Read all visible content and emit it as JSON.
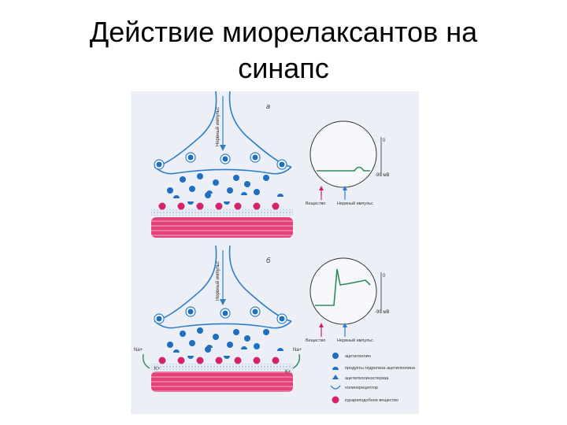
{
  "slide": {
    "title_line1": "Действие миорелаксантов на",
    "title_line2": "синапс"
  },
  "figure": {
    "panel_a": {
      "letter": "а",
      "nerve_label": "Нервный импульс"
    },
    "panel_b": {
      "letter": "б",
      "nerve_label": "Нервный импульс"
    },
    "scope_a": {
      "zero": "0",
      "mv": "-90 мВ",
      "substance": "Вещество",
      "impulse": "Нервный импульс"
    },
    "scope_b": {
      "zero": "0",
      "mv": "-90 мВ",
      "substance": "Вещество",
      "impulse": "Нервный импульс"
    },
    "ions": {
      "na_left": "Na+",
      "k_left": "K+",
      "na_right": "Na+",
      "k_right": "K+"
    },
    "legend": [
      {
        "label": "ацетилхолин"
      },
      {
        "label": "продукты гидролиза ацетилхолина"
      },
      {
        "label": "ацетилхолинэстераза"
      },
      {
        "label": "холинорецептор"
      },
      {
        "label": "курареподобное вещество"
      }
    ],
    "colors": {
      "nerve": "#2f7fc8",
      "muscle": "#e2417a",
      "curare": "#d6226a",
      "trace": "#2e8a5a",
      "paper": "#eceff6"
    }
  }
}
